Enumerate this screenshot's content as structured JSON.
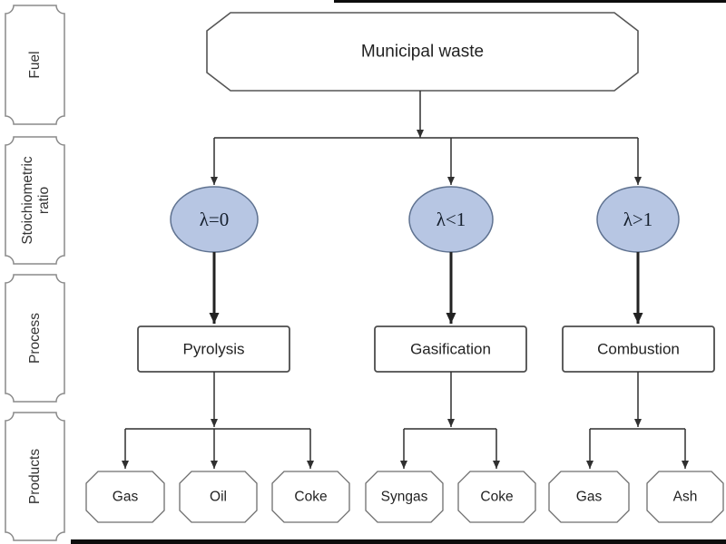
{
  "sidebar": {
    "items": [
      {
        "id": "fuel",
        "lines": [
          "Fuel"
        ]
      },
      {
        "id": "stoichiometric-ratio",
        "lines": [
          "Stoichiometric",
          "ratio"
        ]
      },
      {
        "id": "process",
        "lines": [
          "Process"
        ]
      },
      {
        "id": "products",
        "lines": [
          "Products"
        ]
      }
    ]
  },
  "root": {
    "label": "Municipal waste"
  },
  "branches": [
    {
      "ratio": "λ=0",
      "process": "Pyrolysis",
      "products": [
        "Gas",
        "Oil",
        "Coke"
      ]
    },
    {
      "ratio": "λ<1",
      "process": "Gasification",
      "products": [
        "Syngas",
        "Coke"
      ]
    },
    {
      "ratio": "λ>1",
      "process": "Combustion",
      "products": [
        "Gas",
        "Ash"
      ]
    }
  ],
  "colors": {
    "background": "#ffffff",
    "ellipse_fill": "#b7c6e3",
    "ellipse_stroke": "#5f7290",
    "line": "#2f2f2f",
    "node_border": "#4d4d4d",
    "product_border": "#6e6e6e",
    "sidebar_border": "#8a8a8a",
    "text": "#222222",
    "scan_bar": "#0d0d0d"
  }
}
